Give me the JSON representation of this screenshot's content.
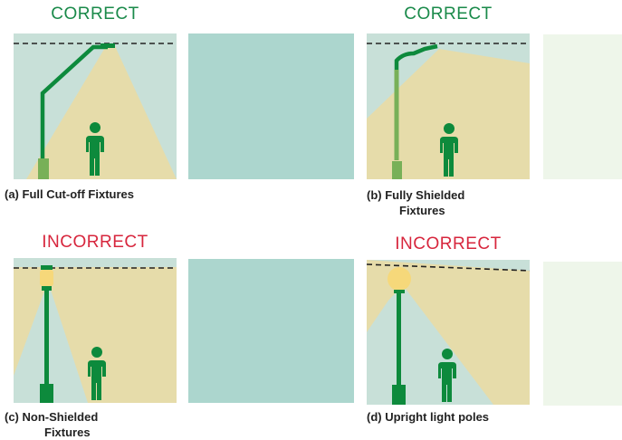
{
  "colors": {
    "correct": "#1a8a4a",
    "incorrect": "#d7263d",
    "sky": "#c8e0d8",
    "light": "#e6dcaa",
    "pole": "#0d8a3c",
    "pole_light": "#78b058",
    "lamp": "#f6d87a",
    "swatch_teal": "#acd6ce",
    "swatch_pale": "#eef6ea"
  },
  "panels": [
    {
      "id": "a",
      "heading": "CORRECT",
      "caption_line1": "(a) Full Cut-off Fixtures",
      "caption_line2": "",
      "icon": "full-cutoff-streetlight"
    },
    {
      "id": "b",
      "heading": "CORRECT",
      "caption_line1": "(b) Fully Shielded",
      "caption_line2": "Fixtures",
      "icon": "fully-shielded-streetlight"
    },
    {
      "id": "c",
      "heading": "INCORRECT",
      "caption_line1": "(c) Non-Shielded",
      "caption_line2": "Fixtures",
      "icon": "non-shielded-streetlight"
    },
    {
      "id": "d",
      "heading": "INCORRECT",
      "caption_line1": "(d) Upright light poles",
      "caption_line2": "",
      "icon": "upright-globe-streetlight"
    }
  ]
}
